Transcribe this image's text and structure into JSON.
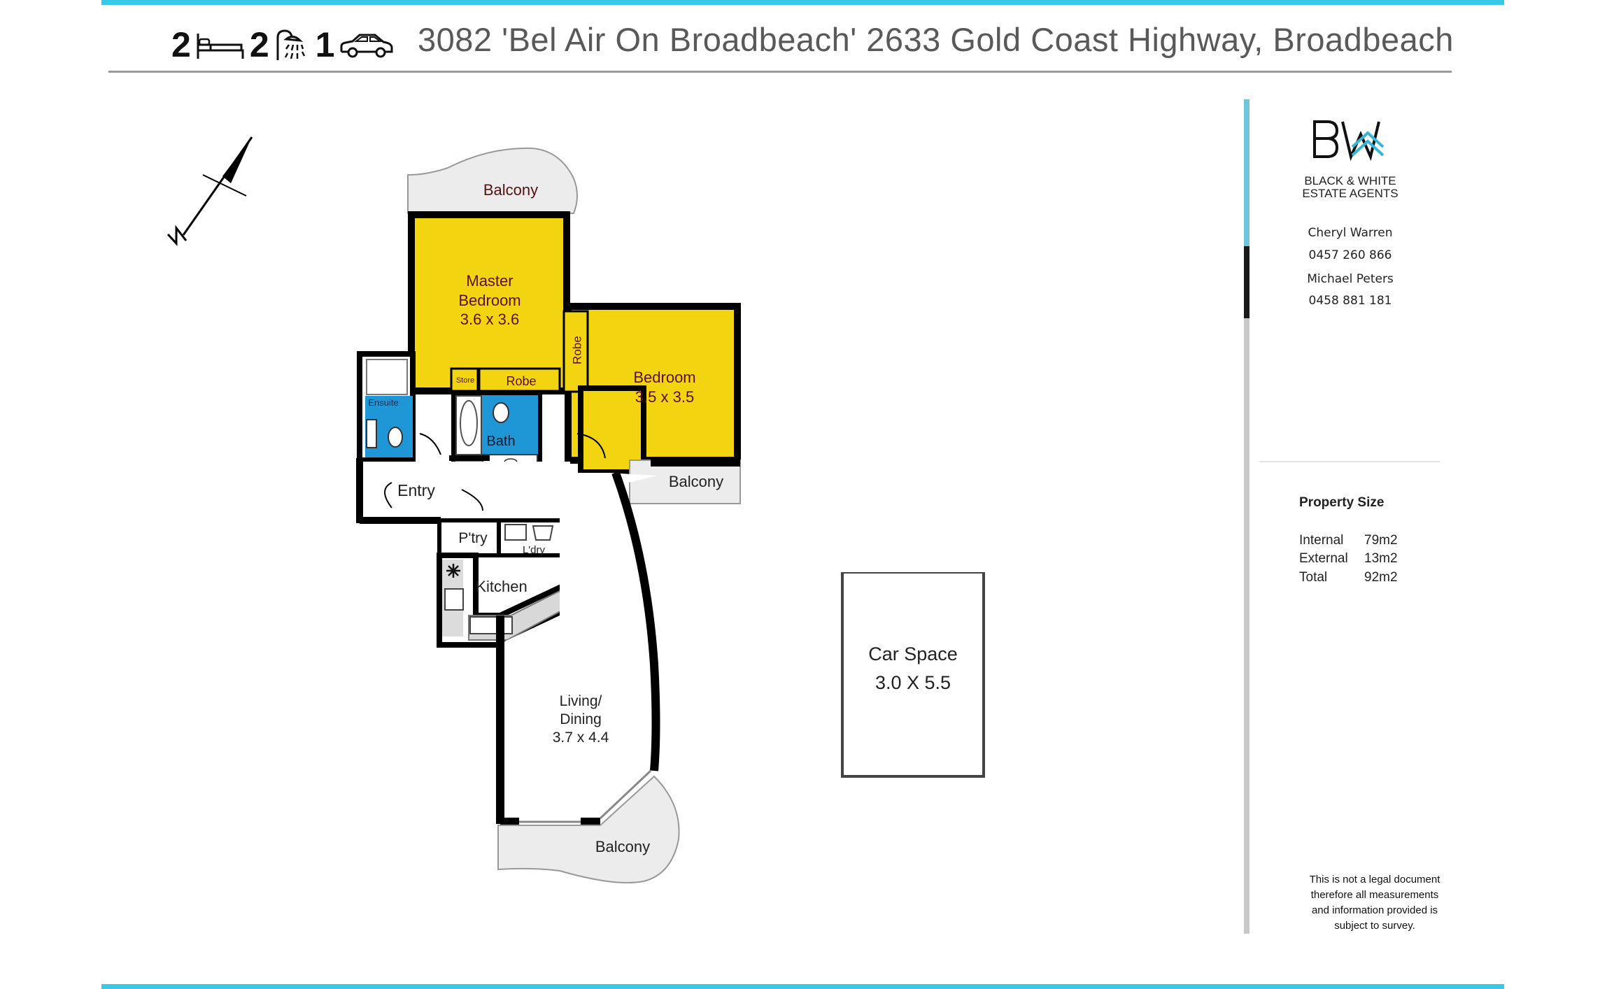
{
  "header": {
    "bedrooms": "2",
    "bathrooms": "2",
    "car_spaces": "1",
    "address": "3082 'Bel Air On Broadbeach' 2633 Gold Coast Highway, Broadbeach"
  },
  "rooms": {
    "balcony_top": "Balcony",
    "master_bedroom_name": "Master",
    "master_bedroom_name2": "Bedroom",
    "master_bedroom_dim": "3.6 x 3.6",
    "bedroom_name": "Bedroom",
    "bedroom_dim": "3.5 x 3.5",
    "robe_master": "Robe",
    "robe_bedroom": "Robe",
    "store": "Store",
    "ensuite": "Ensuite",
    "bath": "Bath",
    "entry": "Entry",
    "balcony_bedroom": "Balcony",
    "pantry": "P'try",
    "laundry": "L'dry",
    "kitchen": "Kitchen",
    "living_name": "Living/",
    "living_name2": "Dining",
    "living_dim": "3.7 x 4.4",
    "balcony_living": "Balcony"
  },
  "car_space": {
    "title": "Car Space",
    "dimensions": "3.0 X 5.5"
  },
  "agency": {
    "brand_line1": "BLACK & WHITE",
    "brand_line2": "ESTATE AGENTS",
    "agent1_name": "Cheryl Warren",
    "agent1_phone": "0457 260 866",
    "agent2_name": "Michael Peters",
    "agent2_phone": "0458 881 181"
  },
  "property_size": {
    "title": "Property Size",
    "rows": [
      {
        "label": "Internal",
        "value": "79m2"
      },
      {
        "label": "External",
        "value": "13m2"
      },
      {
        "label": "Total",
        "value": "92m2"
      }
    ]
  },
  "disclaimer": "This is not a legal document therefore all measurements and information provided is subject to survey.",
  "colors": {
    "accent": "#38c9e6",
    "bedroom_fill": "#f2d411",
    "wet_area_fill": "#1f96d6",
    "wall": "#000000"
  }
}
